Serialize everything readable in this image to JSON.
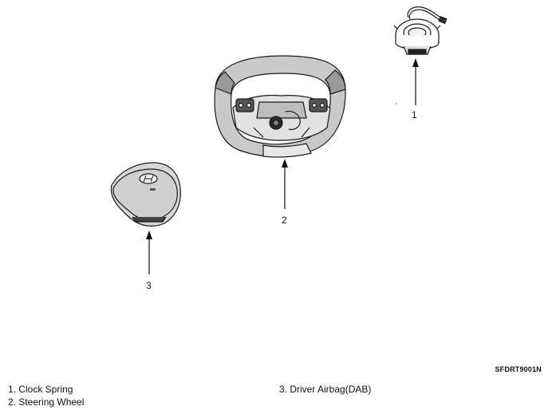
{
  "figure_code": "SFDRT9001N",
  "callouts": [
    "1",
    "2",
    "3"
  ],
  "parts": [
    {
      "number": "1",
      "name": "Clock Spring",
      "label": "1. Clock Spring"
    },
    {
      "number": "2",
      "name": "Steering Wheel",
      "label": "2. Steering Wheel"
    },
    {
      "number": "3",
      "name": "Driver Airbag(DAB)",
      "label": "3. Driver Airbag(DAB)"
    }
  ]
}
